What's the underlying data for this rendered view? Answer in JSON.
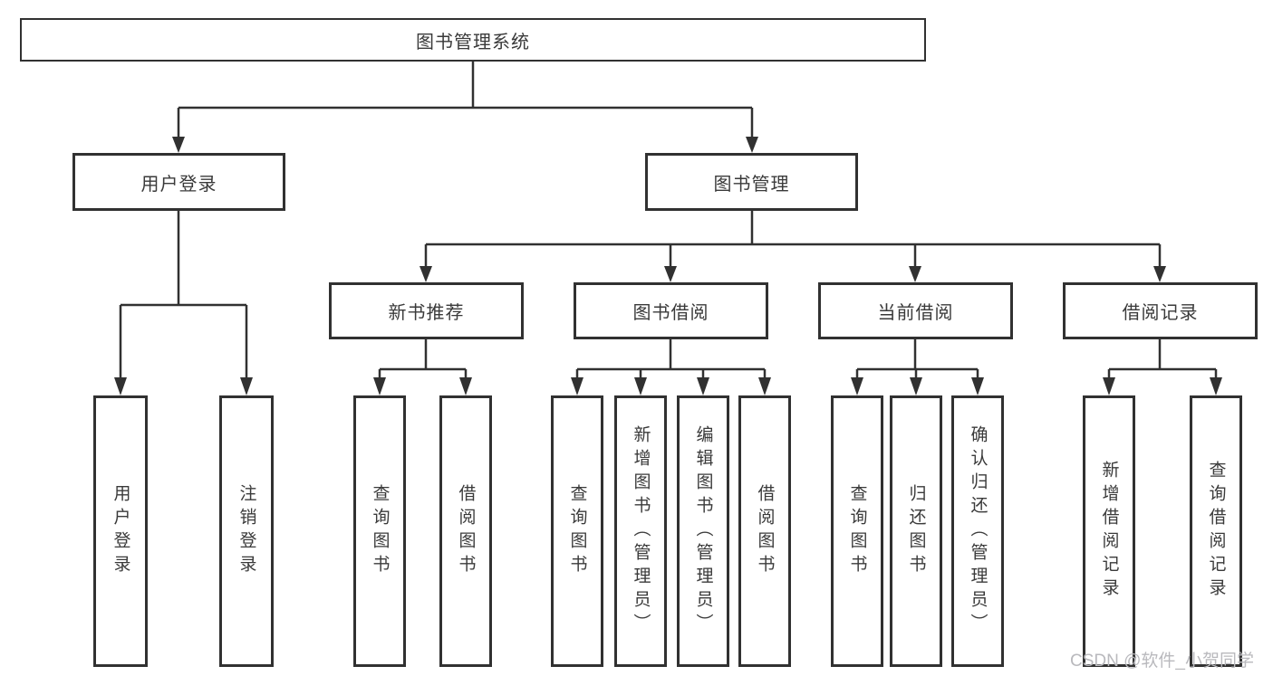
{
  "diagram": {
    "title": "图书管理系统",
    "branches": {
      "user_login": {
        "label": "用户登录",
        "children": [
          "用户登录",
          "注销登录"
        ]
      },
      "book_mgmt": {
        "label": "图书管理",
        "sections": [
          {
            "label": "新书推荐",
            "children": [
              "查询图书",
              "借阅图书"
            ]
          },
          {
            "label": "图书借阅",
            "children": [
              "查询图书",
              "新增图书（管理员）",
              "编辑图书（管理员）",
              "借阅图书"
            ]
          },
          {
            "label": "当前借阅",
            "children": [
              "查询图书",
              "归还图书",
              "确认归还（管理员）"
            ]
          },
          {
            "label": "借阅记录",
            "children": [
              "新增借阅记录",
              "查询借阅记录"
            ]
          }
        ]
      }
    }
  },
  "colors": {
    "line": "#313131",
    "text": "#3a3a3a",
    "watermark": "#b9b9bd"
  },
  "watermark": "CSDN @软件_小贺同学"
}
